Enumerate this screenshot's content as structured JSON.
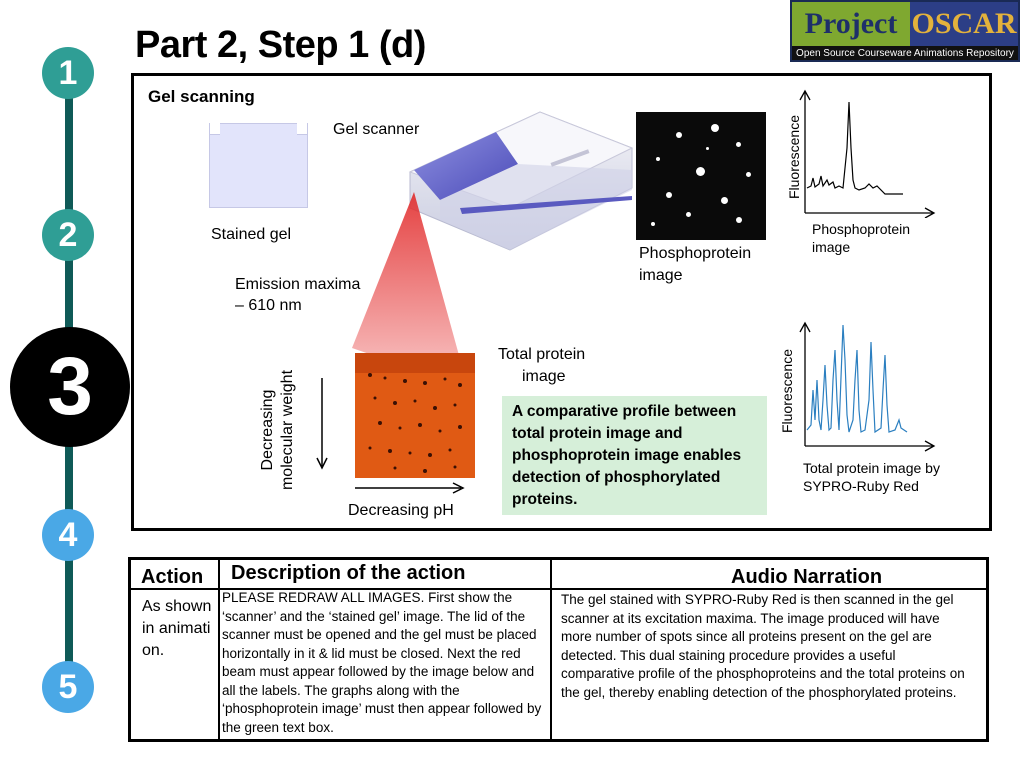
{
  "header": {
    "title": "Part 2, Step 1 (d)",
    "logo_project": "Project",
    "logo_oscar": "OSCAR",
    "logo_subtitle": "Open Source Courseware Animations Repository"
  },
  "steps": [
    "1",
    "2",
    "3",
    "4",
    "5"
  ],
  "figure": {
    "section_title": "Gel scanning",
    "gel_scanner_label": "Gel scanner",
    "stained_gel_label": "Stained gel",
    "emission_line1": "Emission maxima",
    "emission_line2": "– 610 nm",
    "phospho_image_line1": "Phosphoprotein",
    "phospho_image_line2": "image",
    "total_image_line1": "Total protein",
    "total_image_line2": "image",
    "y_axis_line1": "Decreasing",
    "y_axis_line2": "molecular weight",
    "x_axis_label": "Decreasing pH",
    "comparison_text": "A comparative profile between total protein image and phosphoprotein image enables detection of phosphorylated proteins.",
    "graph_top_ylabel": "Fluorescence",
    "graph_top_caption_line1": "Phosphoprotein",
    "graph_top_caption_line2": "image",
    "graph_bottom_ylabel": "Fluorescence",
    "graph_bottom_caption_line1": "Total protein image by",
    "graph_bottom_caption_line2": "SYPRO-Ruby Red"
  },
  "table": {
    "action_header": "Action",
    "description_header": "Description of the action",
    "audio_header": "Audio Narration",
    "action_text": "As shown in animation.",
    "description_text": "PLEASE REDRAW ALL IMAGES. First show the ‘scanner’ and the ‘stained gel’ image. The lid of the scanner must be opened and the gel must be placed horizontally in it & lid must be closed. Next the red beam must appear followed by the image below and all the labels. The graphs along with the ‘phosphoprotein image’ must then appear followed by the green text box.",
    "audio_text": "The gel stained with SYPRO-Ruby Red is then scanned in the gel scanner at its excitation maxima. The image produced will have more number of spots since all proteins present on the gel are detected. This dual staining procedure provides a useful comparative profile of the phosphoproteins and the total proteins on the gel, thereby enabling detection of the phosphorylated proteins."
  },
  "colors": {
    "rail": "#0f5a57",
    "step_teal": "#2f9e95",
    "step_blue": "#4aa8e6",
    "green_box": "#d6efd9",
    "gel_orange": "#e05a14",
    "trace_blue": "#2b7fc0"
  }
}
